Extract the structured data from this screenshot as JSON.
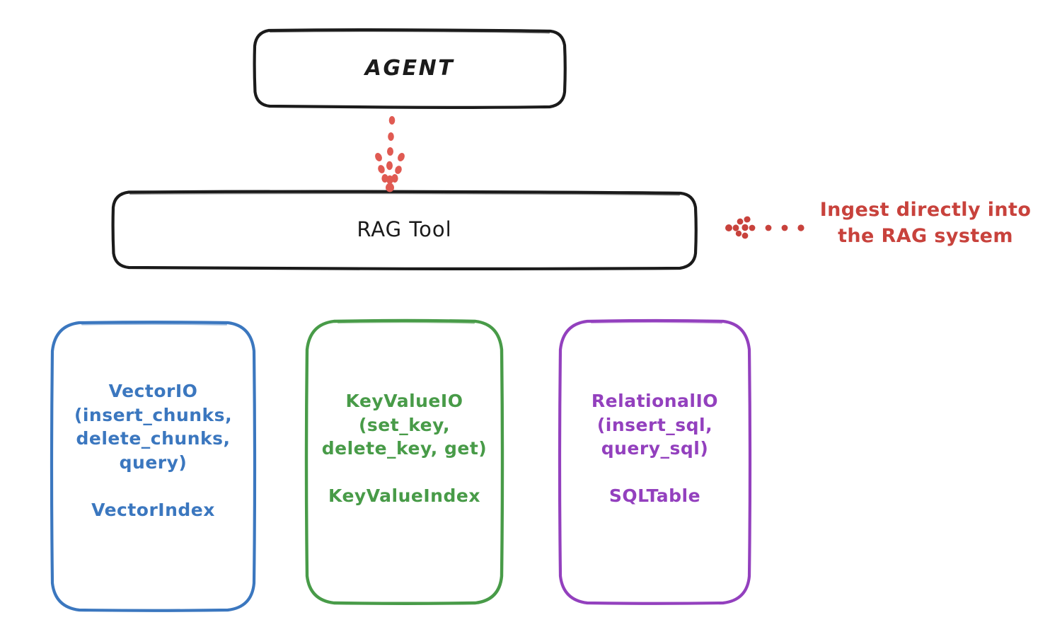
{
  "diagram": {
    "title": "RAG Tool architecture",
    "background_color": "#ffffff",
    "nodes": {
      "agent": {
        "label": "AGENT",
        "border_color": "#1b1b1b",
        "text_color": "#1b1b1b"
      },
      "rag_tool": {
        "label": "RAG Tool",
        "border_color": "#1b1b1b",
        "text_color": "#1b1b1b"
      },
      "vector_io": {
        "label": "VectorIO\n(insert_chunks,\ndelete_chunks,\nquery)\n\nVectorIndex",
        "api_name": "VectorIO",
        "methods": [
          "insert_chunks",
          "delete_chunks",
          "query"
        ],
        "index_name": "VectorIndex",
        "border_color": "#3b77bf",
        "text_color": "#3b77bf"
      },
      "key_value_io": {
        "label": "KeyValueIO\n(set_key,\ndelete_key, get)\n\nKeyValueIndex",
        "api_name": "KeyValueIO",
        "methods": [
          "set_key",
          "delete_key",
          "get"
        ],
        "index_name": "KeyValueIndex",
        "border_color": "#489b48",
        "text_color": "#489b48"
      },
      "relational_io": {
        "label": "RelationalIO\n(insert_sql,\nquery_sql)\n\nSQLTable",
        "api_name": "RelationalIO",
        "methods": [
          "insert_sql",
          "query_sql"
        ],
        "index_name": "SQLTable",
        "border_color": "#9340be",
        "text_color": "#9340be"
      }
    },
    "annotations": {
      "ingest": {
        "text": "Ingest directly into\nthe RAG system",
        "color": "#c8423c"
      }
    },
    "connectors": {
      "agent_to_rag": {
        "style": "dotted",
        "color": "#e05a52",
        "direction": "down",
        "icon": "dotted-arrow-down-icon"
      },
      "ingest_to_rag": {
        "style": "dotted",
        "color": "#c8423c",
        "direction": "left",
        "icon": "dotted-arrow-left-icon"
      },
      "rag_to_providers": {
        "style": "solid",
        "color": "#1b1b1b"
      }
    }
  }
}
